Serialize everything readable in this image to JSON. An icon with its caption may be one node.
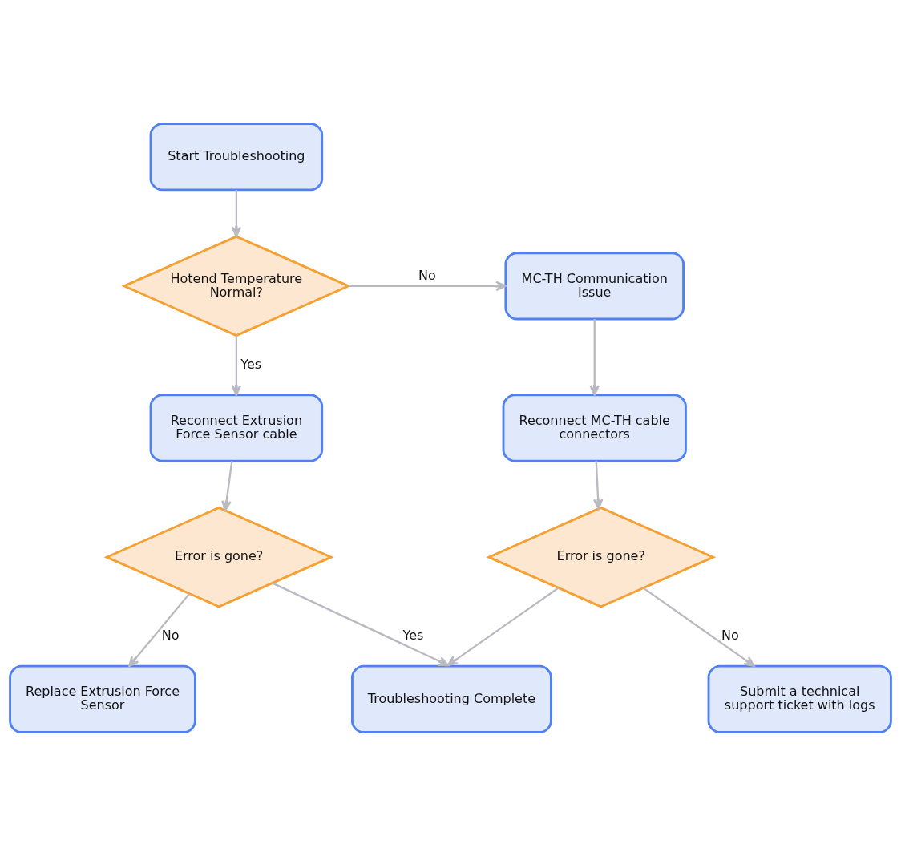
{
  "diagram": {
    "nodes": [
      {
        "text": [
          "Start Troubleshooting"
        ]
      },
      {
        "text": [
          "Hotend Temperature Normal?"
        ]
      },
      {
        "text": [
          "MC-TH Communication Issue"
        ]
      },
      {
        "text": [
          "Reconnect Extrusion Force Sensor cable"
        ]
      },
      {
        "text": [
          "Reconnect MC-TH cable connectors"
        ]
      },
      {
        "text": [
          "Error is gone?"
        ]
      },
      {
        "text": [
          "Error is gone?"
        ]
      },
      {
        "text": [
          "Replace Extrusion Force Sensor"
        ]
      },
      {
        "text": [
          "Troubleshooting Complete"
        ]
      },
      {
        "text": [
          "Submit a technical support ticket with logs"
        ]
      }
    ],
    "edges": [
      {
        "from": 0,
        "to": 1,
        "arrow": "to"
      },
      {
        "from": 1,
        "to": 2,
        "arrow": "to",
        "label": "No"
      },
      {
        "from": 1,
        "to": 3,
        "arrow": "to",
        "label": "Yes"
      },
      {
        "from": 2,
        "to": 4,
        "arrow": "to"
      },
      {
        "from": 3,
        "to": 5,
        "arrow": "to"
      },
      {
        "from": 4,
        "to": 6,
        "arrow": "to"
      },
      {
        "from": 5,
        "to": 7,
        "arrow": "to",
        "label": "No"
      },
      {
        "from": 5,
        "to": 8,
        "arrow": "to",
        "label": "Yes"
      },
      {
        "from": 6,
        "to": 8,
        "arrow": "to"
      },
      {
        "from": 6,
        "to": 9,
        "arrow": "to",
        "label": "No"
      }
    ]
  }
}
